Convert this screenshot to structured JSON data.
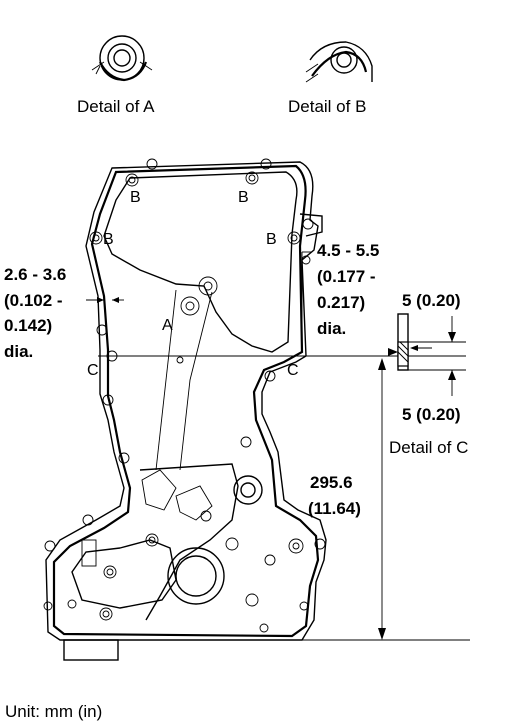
{
  "details": {
    "a_caption": "Detail of A",
    "b_caption": "Detail of B",
    "c_caption": "Detail of C"
  },
  "dimensions": {
    "bead_left_line1": "2.6 - 3.6",
    "bead_left_line2": "(0.102 -",
    "bead_left_line3": "0.142)",
    "bead_left_line4": "dia.",
    "bead_right_line1": "4.5 - 5.5",
    "bead_right_line2": "(0.177 -",
    "bead_right_line3": "0.217)",
    "bead_right_line4": "dia.",
    "c_top": "5 (0.20)",
    "c_bottom": "5 (0.20)",
    "height_line1": "295.6",
    "height_line2": "(11.64)"
  },
  "points": {
    "b_top_left": "B",
    "b_top_right": "B",
    "b_mid_left": "B",
    "b_mid_right": "B",
    "a": "A",
    "c_left": "C",
    "c_right": "C"
  },
  "footer": {
    "unit": "Unit: mm (in)"
  }
}
